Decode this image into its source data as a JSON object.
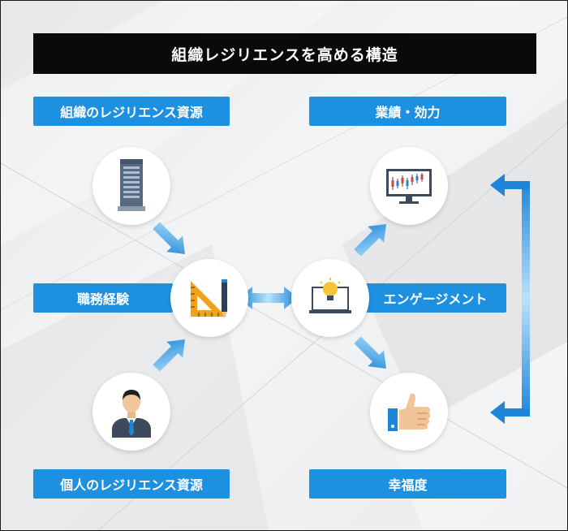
{
  "title": "組織レジリエンスを高める構造",
  "labels": {
    "org_resources": "組織のレジリエンス資源",
    "work_experience": "職務経験",
    "individual_resources": "個人のレジリエンス資源",
    "performance": "業績・効力",
    "engagement": "エンゲージメント",
    "happiness": "幸福度"
  },
  "colors": {
    "label_bg": "#1e90e0",
    "title_bg": "#0a0a0a",
    "arrow_light": "#8fd0f7",
    "arrow_dark": "#1e86d8"
  },
  "icons": {
    "org": "office-building-icon",
    "work": "ruler-pencil-icon",
    "individual": "businessman-icon",
    "engagement": "laptop-lightbulb-icon",
    "performance": "stock-monitor-icon",
    "happiness": "thumbs-up-icon"
  }
}
